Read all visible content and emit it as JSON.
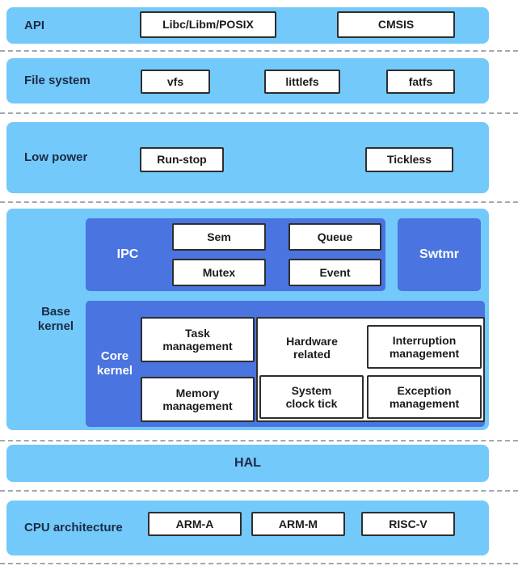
{
  "colors": {
    "band_bg": "#73C9FA",
    "block_bg": "#4A74DF",
    "box_border": "#2E2E2E",
    "band_label_text": "#1B2B45",
    "box_text": "#1B1B1B",
    "block_text": "#FFFFFF",
    "separator": "#A3A7AE"
  },
  "bands": {
    "api": {
      "label": "API",
      "boxes": [
        "Libc/Libm/POSIX",
        "CMSIS"
      ]
    },
    "file_system": {
      "label": "File system",
      "boxes": [
        "vfs",
        "littlefs",
        "fatfs"
      ]
    },
    "low_power": {
      "label": "Low power",
      "boxes": [
        "Run-stop",
        "Tickless"
      ]
    },
    "base_kernel": {
      "label": "Base\nkernel",
      "ipc": {
        "label": "IPC",
        "boxes": [
          "Sem",
          "Queue",
          "Mutex",
          "Event"
        ]
      },
      "swtmr": {
        "label": "Swtmr"
      },
      "core_kernel": {
        "label": "Core\nkernel",
        "task": "Task\nmanagement",
        "memory": "Memory\nmanagement",
        "hardware": {
          "label": "Hardware\nrelated",
          "interruption": "Interruption\nmanagement",
          "system_clock": "System\nclock tick",
          "exception": "Exception\nmanagement"
        }
      }
    },
    "hal": {
      "label": "HAL"
    },
    "cpu": {
      "label": "CPU architecture",
      "boxes": [
        "ARM-A",
        "ARM-M",
        "RISC-V"
      ]
    }
  }
}
